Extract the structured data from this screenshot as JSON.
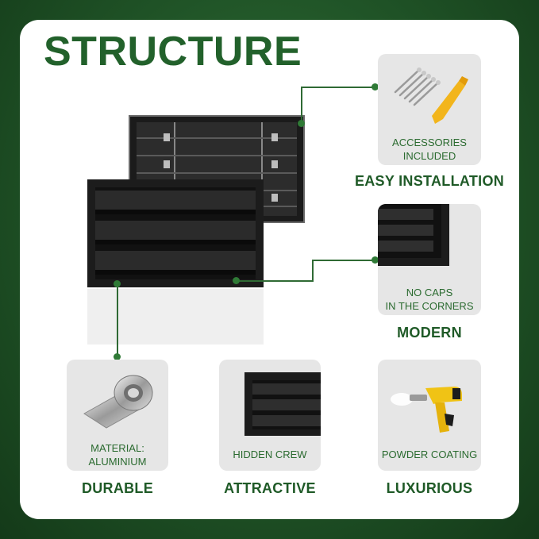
{
  "title": "STRUCTURE",
  "features": [
    {
      "caption_lines": [
        "ACCESSORIES",
        "INCLUDED"
      ],
      "label": "EASY INSTALLATION",
      "icon": "screws-and-spatula-icon"
    },
    {
      "caption_lines": [
        "NO CAPS",
        "IN THE CORNERS"
      ],
      "label": "MODERN",
      "icon": "grille-corner-icon"
    },
    {
      "caption_lines": [
        "MATERIAL:",
        "ALUMINIUM"
      ],
      "label": "DURABLE",
      "icon": "aluminium-roll-icon"
    },
    {
      "caption_lines": [
        "HIDDEN CREW"
      ],
      "label": "ATTRACTIVE",
      "icon": "louvre-grille-icon"
    },
    {
      "caption_lines": [
        "POWDER COATING"
      ],
      "label": "LUXURIOUS",
      "icon": "spray-gun-icon"
    }
  ],
  "colors": {
    "brand_green": "#22612b",
    "tile_gray": "#e6e6e6",
    "grille_black": "#1c1c1c"
  }
}
